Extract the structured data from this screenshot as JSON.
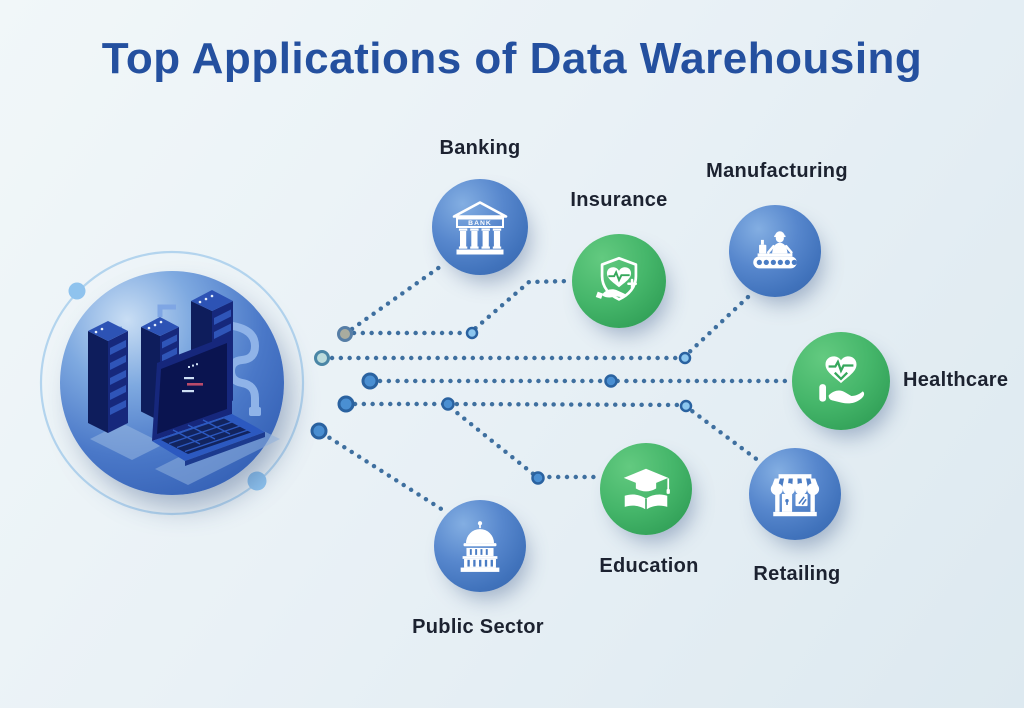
{
  "title": "Top Applications of Data Warehousing",
  "hub": {
    "icon": "data-warehouse-servers-laptop-illustration"
  },
  "apps": [
    {
      "id": "banking",
      "label": "Banking",
      "icon": "bank-building-icon",
      "color": "blue",
      "label_position": "top"
    },
    {
      "id": "insurance",
      "label": "Insurance",
      "icon": "insurance-shield-heart-icon",
      "color": "green",
      "label_position": "top"
    },
    {
      "id": "manufacturing",
      "label": "Manufacturing",
      "icon": "worker-conveyor-belt-icon",
      "color": "blue",
      "label_position": "top"
    },
    {
      "id": "healthcare",
      "label": "Healthcare",
      "icon": "hand-holding-heart-icon",
      "color": "green",
      "label_position": "right"
    },
    {
      "id": "education",
      "label": "Education",
      "icon": "graduation-cap-book-icon",
      "color": "green",
      "label_position": "bottom"
    },
    {
      "id": "retailing",
      "label": "Retailing",
      "icon": "storefront-icon",
      "color": "blue",
      "label_position": "bottom"
    },
    {
      "id": "public_sector",
      "label": "Public Sector",
      "icon": "capitol-building-icon",
      "color": "blue",
      "label_position": "bottom"
    }
  ],
  "icons": {
    "bank_text": "BANK"
  },
  "colors": {
    "title": "#24509f",
    "label": "#1c2230",
    "blue_circle": "#4a7cc4",
    "green_circle": "#3fae62",
    "dotted_line": "#3e6f9f",
    "hub_circle": "#3f6ec6",
    "background_start": "#f1f7f9",
    "background_end": "#dde9f0"
  }
}
